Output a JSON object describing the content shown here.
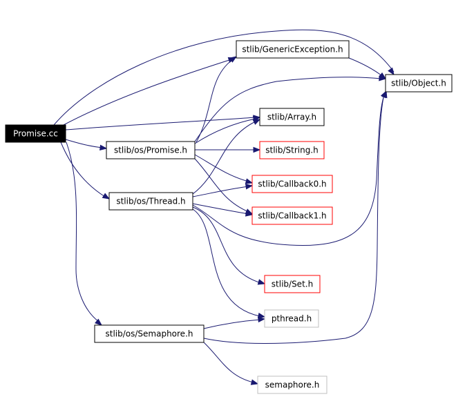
{
  "diagram": {
    "nodes": {
      "promise_cc": {
        "label": "Promise.cc",
        "style": "root",
        "fill": "#000000",
        "stroke": "#000000",
        "text_color": "#ffffff"
      },
      "generic_exception": {
        "label": "stlib/GenericException.h",
        "style": "normal",
        "fill": "#ffffff",
        "stroke": "#000000",
        "text_color": "#000000"
      },
      "object_h": {
        "label": "stlib/Object.h",
        "style": "normal",
        "fill": "#ffffff",
        "stroke": "#000000",
        "text_color": "#000000"
      },
      "array_h": {
        "label": "stlib/Array.h",
        "style": "normal",
        "fill": "#ffffff",
        "stroke": "#000000",
        "text_color": "#000000"
      },
      "os_promise_h": {
        "label": "stlib/os/Promise.h",
        "style": "normal",
        "fill": "#ffffff",
        "stroke": "#000000",
        "text_color": "#000000"
      },
      "string_h": {
        "label": "stlib/String.h",
        "style": "truncated",
        "fill": "#ffffff",
        "stroke": "#ff0000",
        "text_color": "#000000"
      },
      "callback0_h": {
        "label": "stlib/Callback0.h",
        "style": "truncated",
        "fill": "#ffffff",
        "stroke": "#ff0000",
        "text_color": "#000000"
      },
      "os_thread_h": {
        "label": "stlib/os/Thread.h",
        "style": "normal",
        "fill": "#ffffff",
        "stroke": "#000000",
        "text_color": "#000000"
      },
      "callback1_h": {
        "label": "stlib/Callback1.h",
        "style": "truncated",
        "fill": "#ffffff",
        "stroke": "#ff0000",
        "text_color": "#000000"
      },
      "set_h": {
        "label": "stlib/Set.h",
        "style": "truncated",
        "fill": "#ffffff",
        "stroke": "#ff0000",
        "text_color": "#000000"
      },
      "pthread_h": {
        "label": "pthread.h",
        "style": "external",
        "fill": "#ffffff",
        "stroke": "#bfbfbf",
        "text_color": "#000000"
      },
      "os_semaphore_h": {
        "label": "stlib/os/Semaphore.h",
        "style": "normal",
        "fill": "#ffffff",
        "stroke": "#000000",
        "text_color": "#000000"
      },
      "semaphore_h": {
        "label": "semaphore.h",
        "style": "external",
        "fill": "#ffffff",
        "stroke": "#bfbfbf",
        "text_color": "#000000"
      }
    },
    "edges": [
      {
        "from": "promise_cc",
        "to": "object_h"
      },
      {
        "from": "promise_cc",
        "to": "generic_exception"
      },
      {
        "from": "promise_cc",
        "to": "array_h"
      },
      {
        "from": "promise_cc",
        "to": "os_promise_h"
      },
      {
        "from": "promise_cc",
        "to": "os_thread_h"
      },
      {
        "from": "promise_cc",
        "to": "os_semaphore_h"
      },
      {
        "from": "generic_exception",
        "to": "object_h"
      },
      {
        "from": "os_promise_h",
        "to": "generic_exception"
      },
      {
        "from": "os_promise_h",
        "to": "object_h"
      },
      {
        "from": "os_promise_h",
        "to": "array_h"
      },
      {
        "from": "os_promise_h",
        "to": "string_h"
      },
      {
        "from": "os_promise_h",
        "to": "callback0_h"
      },
      {
        "from": "os_promise_h",
        "to": "callback1_h"
      },
      {
        "from": "os_thread_h",
        "to": "array_h"
      },
      {
        "from": "os_thread_h",
        "to": "callback0_h"
      },
      {
        "from": "os_thread_h",
        "to": "callback1_h"
      },
      {
        "from": "os_thread_h",
        "to": "object_h"
      },
      {
        "from": "os_thread_h",
        "to": "set_h"
      },
      {
        "from": "os_thread_h",
        "to": "pthread_h"
      },
      {
        "from": "os_semaphore_h",
        "to": "pthread_h"
      },
      {
        "from": "os_semaphore_h",
        "to": "object_h"
      },
      {
        "from": "os_semaphore_h",
        "to": "semaphore_h"
      }
    ],
    "edge_color": "#191970"
  }
}
